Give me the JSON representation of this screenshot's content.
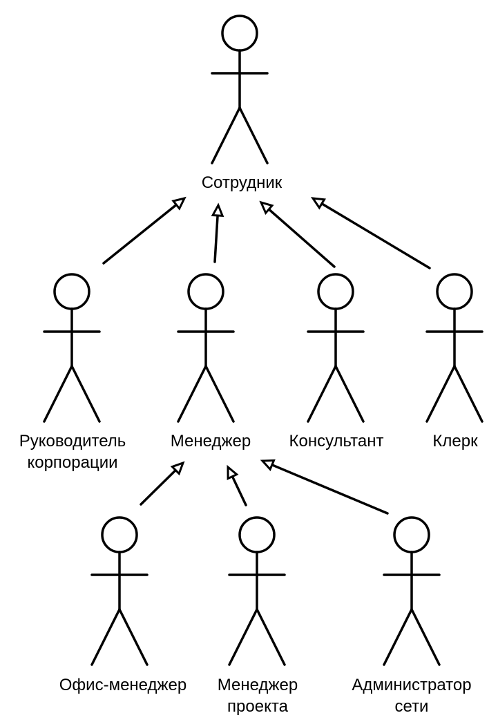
{
  "actors": [
    {
      "id": "employee",
      "lines": [
        "Сотрудник"
      ]
    },
    {
      "id": "corp-head",
      "lines": [
        "Руководитель",
        "корпорации"
      ]
    },
    {
      "id": "manager",
      "lines": [
        "Менеджер"
      ]
    },
    {
      "id": "consultant",
      "lines": [
        "Консультант"
      ]
    },
    {
      "id": "clerk",
      "lines": [
        "Клерк"
      ]
    },
    {
      "id": "office-manager",
      "lines": [
        "Офис-менеджер"
      ]
    },
    {
      "id": "project-manager",
      "lines": [
        "Менеджер",
        "проекта"
      ]
    },
    {
      "id": "network-admin",
      "lines": [
        "Администратор",
        "сети"
      ]
    }
  ],
  "generalizations": [
    {
      "child": "corp-head",
      "parent": "employee"
    },
    {
      "child": "manager",
      "parent": "employee"
    },
    {
      "child": "consultant",
      "parent": "employee"
    },
    {
      "child": "clerk",
      "parent": "employee"
    },
    {
      "child": "office-manager",
      "parent": "manager"
    },
    {
      "child": "project-manager",
      "parent": "manager"
    },
    {
      "child": "network-admin",
      "parent": "manager"
    }
  ]
}
